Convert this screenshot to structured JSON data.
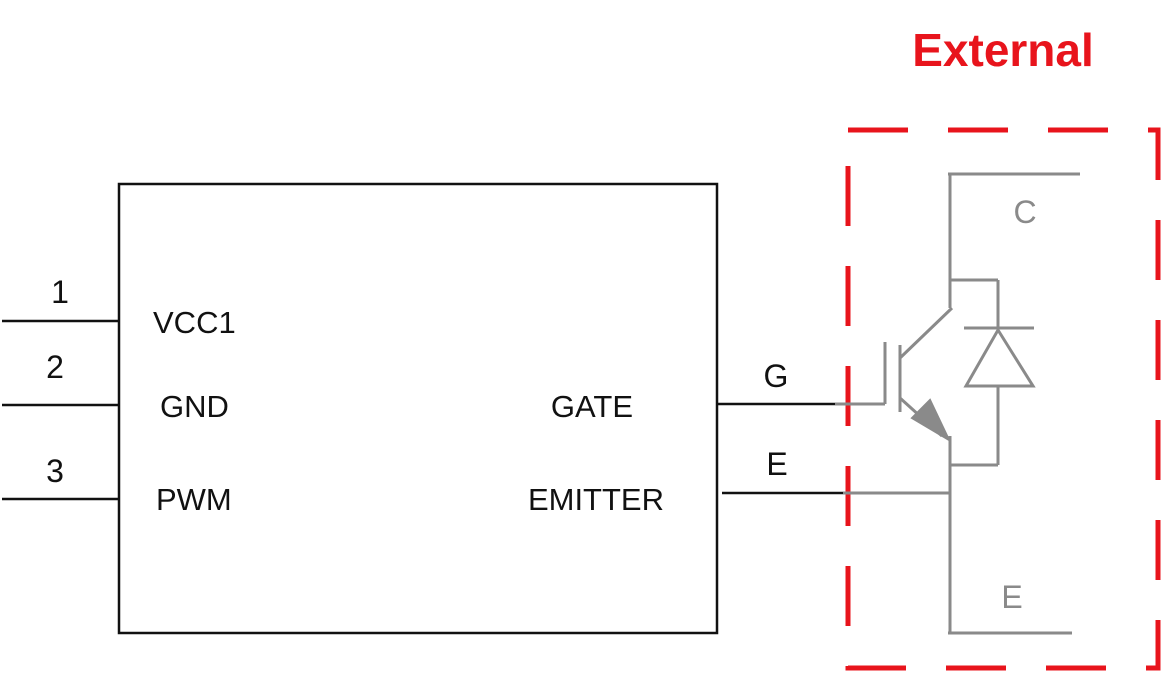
{
  "title": "External",
  "driver": {
    "pins": [
      {
        "number": "1",
        "label": "VCC1"
      },
      {
        "number": "2",
        "label": "GND"
      },
      {
        "number": "3",
        "label": "PWM"
      }
    ],
    "outputs": [
      {
        "label": "GATE",
        "net": "G"
      },
      {
        "label": "EMITTER",
        "net": "E"
      }
    ]
  },
  "igbt": {
    "collector": "C",
    "emitter": "E"
  },
  "colors": {
    "wire": "#111111",
    "component": "#8a8a8a",
    "boundary": "#e8141c"
  }
}
